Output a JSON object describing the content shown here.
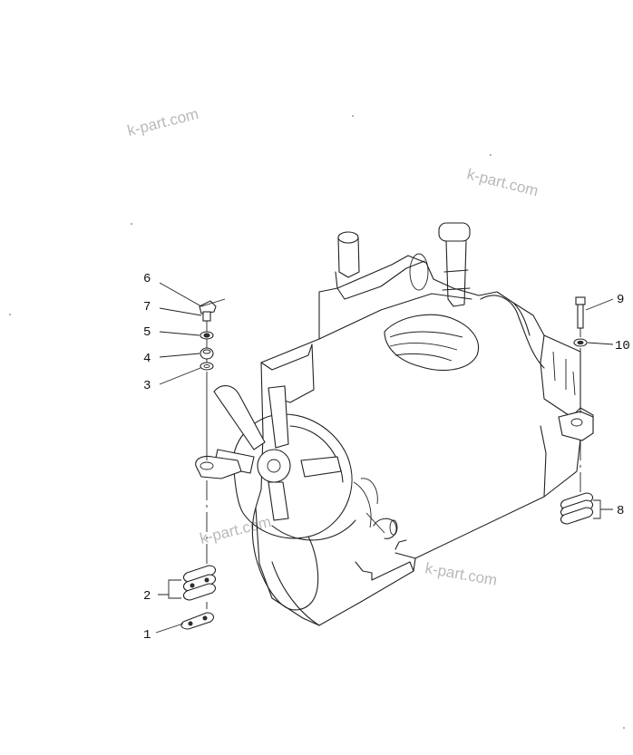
{
  "watermarks": [
    "k-part.com",
    "k-part.com",
    "k-part.com",
    "k-part.com"
  ],
  "callouts": [
    "1",
    "2",
    "3",
    "4",
    "5",
    "6",
    "7",
    "8",
    "9",
    "10"
  ]
}
